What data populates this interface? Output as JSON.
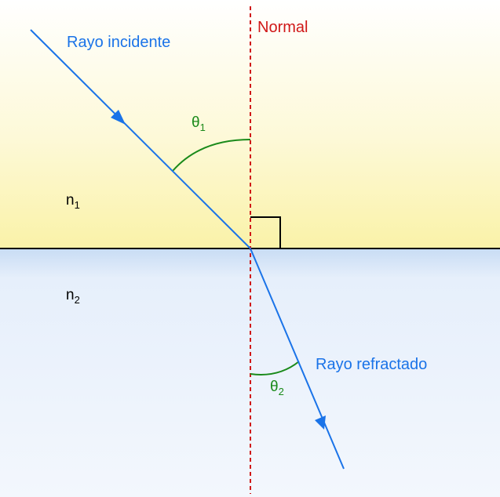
{
  "labels": {
    "incident_ray": "Rayo incidente",
    "refracted_ray": "Rayo refractado",
    "normal": "Normal",
    "theta1": {
      "symbol": "θ",
      "subscript": "1"
    },
    "theta2": {
      "symbol": "θ",
      "subscript": "2"
    },
    "n1": {
      "symbol": "n",
      "subscript": "1"
    },
    "n2": {
      "symbol": "n",
      "subscript": "2"
    }
  },
  "colors": {
    "ray": "#1a73e8",
    "normal": "#d01818",
    "angle": "#1a8a1a",
    "medium_top": "#fdf7c9",
    "medium_bottom": "#e8f1fd",
    "interface": "#000000"
  }
}
